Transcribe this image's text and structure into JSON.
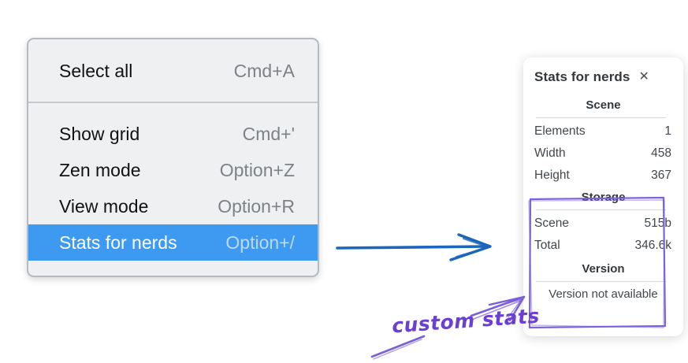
{
  "menu": {
    "items": [
      {
        "label": "Select all",
        "shortcut": "Cmd+A"
      },
      {
        "label": "Show grid",
        "shortcut": "Cmd+'"
      },
      {
        "label": "Zen mode",
        "shortcut": "Option+Z"
      },
      {
        "label": "View mode",
        "shortcut": "Option+R"
      },
      {
        "label": "Stats for nerds",
        "shortcut": "Option+/"
      }
    ],
    "selected_item": "Stats for nerds"
  },
  "stats_panel": {
    "title": "Stats for nerds",
    "close_glyph": "✕",
    "scene": {
      "heading": "Scene",
      "rows": [
        {
          "label": "Elements",
          "value": "1"
        },
        {
          "label": "Width",
          "value": "458"
        },
        {
          "label": "Height",
          "value": "367"
        }
      ]
    },
    "storage": {
      "heading": "Storage",
      "rows": [
        {
          "label": "Scene",
          "value": "515b"
        },
        {
          "label": "Total",
          "value": "346.6k"
        }
      ]
    },
    "version": {
      "heading": "Version",
      "note": "Version not available"
    }
  },
  "annotation": {
    "label": "custom stats"
  },
  "colors": {
    "menu_highlight": "#3D9AF0",
    "flow_arrow_blue": "#1C67BB",
    "annotation_purple": "#6B3FD4",
    "highlight_box_purple": "#7C63DC"
  }
}
